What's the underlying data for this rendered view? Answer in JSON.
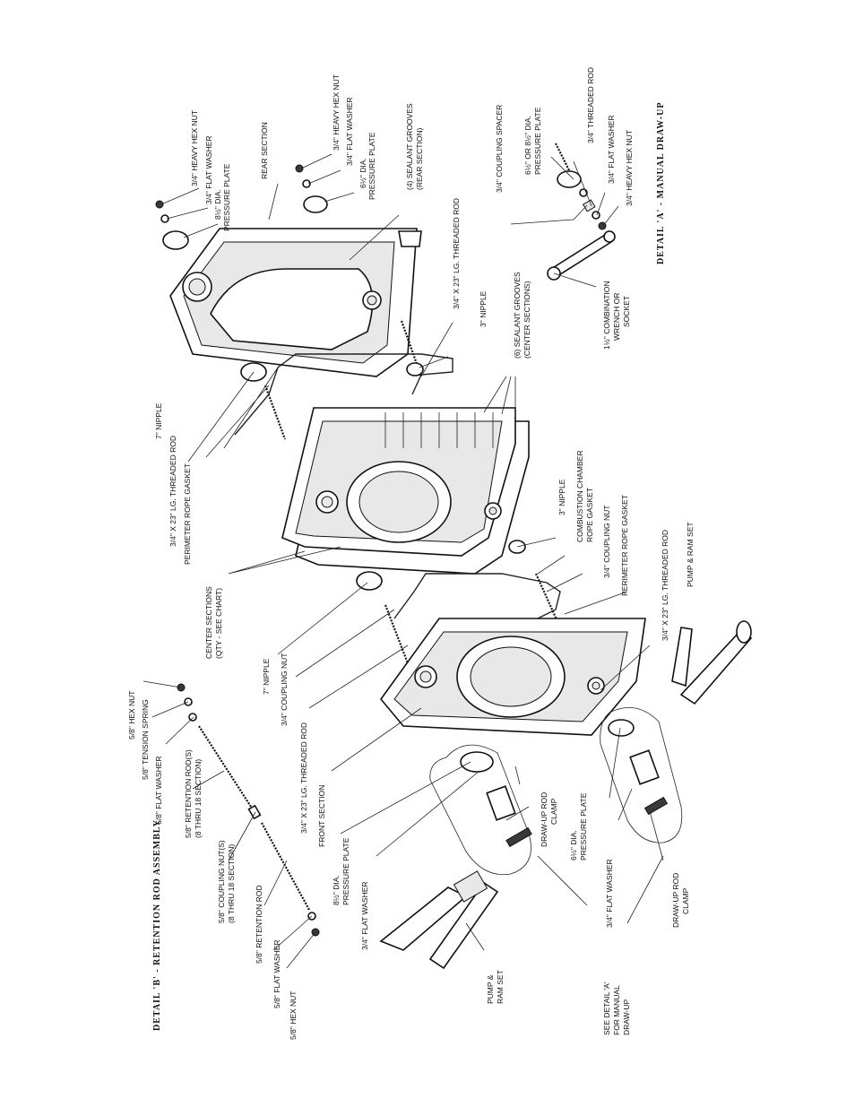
{
  "detail_b": {
    "title": "DETAIL 'B' - RETENTION ROD ASSEMBLY",
    "labels": [
      "5/8\" HEX NUT",
      "5/8\" TENSION SPRING",
      "5/8\" FLAT WASHER",
      "5/8\" RETENTION ROD(S)",
      "(8 THRU 18 SECTION)",
      "5/8\" COUPLING NUT(S)",
      "(8 THRU 18 SECTION)",
      "5/8\" RETENTION ROD",
      "5/8\" FLAT WASHER",
      "5/8\" HEX NUT"
    ]
  },
  "detail_a": {
    "title": "DETAIL 'A' - MANUAL DRAW-UP",
    "labels": [
      "3/4\" THREADED ROD",
      "3/4\" COUPLING SPACER",
      "6½\" OR 8½\" DIA.",
      "PRESSURE PLATE",
      "3/4\" FLAT WASHER",
      "3/4\" HEAVY HEX NUT",
      "1½\" COMBINATION",
      "WRENCH OR",
      "SOCKET"
    ]
  },
  "rear_labels": [
    "3/4\" HEAVY HEX NUT",
    "3/4\" FLAT WASHER",
    "8½\" DIA.",
    "PRESSURE PLATE",
    "REAR SECTION",
    "3/4\" HEAVY HEX NUT",
    "3/4\" FLAT WASHER",
    "6½\" DIA.",
    "PRESSURE PLATE",
    "(4) SEALANT GROOVES",
    "(REAR SECTION)",
    "3/4\" X 23\" LG. THREADED ROD",
    "3\" NIPPLE",
    "(6) SEALANT GROOVES",
    "(CENTER SECTIONS)"
  ],
  "center_labels": [
    "7\" NIPPLE",
    "3/4\" X 23\" LG. THREADED ROD",
    "PERIMETER ROPE GASKET",
    "CENTER SECTIONS",
    "(QTY - SEE CHART)",
    "3\" NIPPLE",
    "COMBUSTION CHAMBER",
    "ROPE GASKET",
    "3/4\" COUPLING NUT",
    "PERIMETER ROPE GASKET",
    "3/4\" X 23\" LG. THREADED ROD"
  ],
  "front_labels": [
    "7\" NIPPLE",
    "3/4\" COUPLING NUT",
    "3/4\" X 23\" LG. THREADED ROD",
    "FRONT SECTION",
    "8½\" DIA.",
    "PRESSURE PLATE",
    "3/4\" FLAT WASHER",
    "DRAW-UP ROD",
    "CLAMP",
    "PUMP &",
    "RAM SET",
    "SEE DETAIL 'A'",
    "FOR MANUAL",
    "DRAW-UP",
    "3/4\" FLAT WASHER",
    "6½\" DIA.",
    "PRESSURE PLATE",
    "DRAW-UP ROD",
    "CLAMP",
    "PUMP & RAM SET"
  ]
}
